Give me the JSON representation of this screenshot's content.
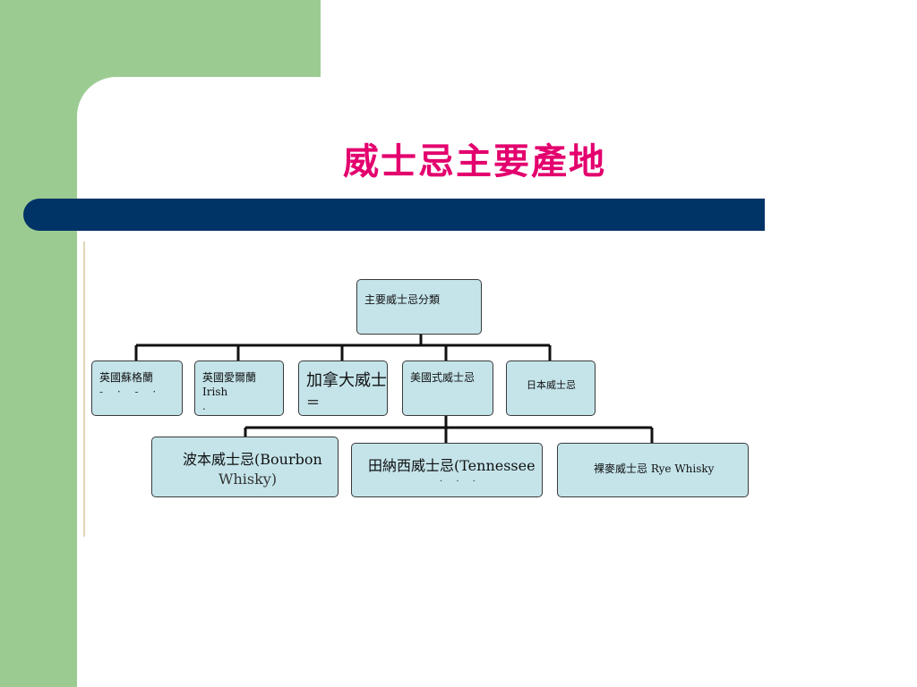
{
  "slide": {
    "title": "威士忌主要產地"
  },
  "diagram": {
    "root": {
      "label": "主要威士忌分類"
    },
    "level1": [
      {
        "label": "英國蘇格蘭",
        "trail": "- ·  -  ·"
      },
      {
        "label": "英國愛爾蘭 Irish",
        "trail": "."
      },
      {
        "label": "加拿大威士",
        "trail": "="
      },
      {
        "label": "美國式威士忌"
      },
      {
        "label": "日本威士忌"
      }
    ],
    "level2": [
      {
        "label": "波本威士忌(Bourbon",
        "trail": "Whisky)"
      },
      {
        "label": "田納西威士忌(Tennessee",
        "trail": "· · ·"
      },
      {
        "label": "裸麥威士忌 Rye Whisky"
      }
    ]
  },
  "colors": {
    "title": "#e3006e",
    "title_bar": "#003366",
    "side_panel": "#9ccb92",
    "node_fill": "#c4e4ea"
  }
}
